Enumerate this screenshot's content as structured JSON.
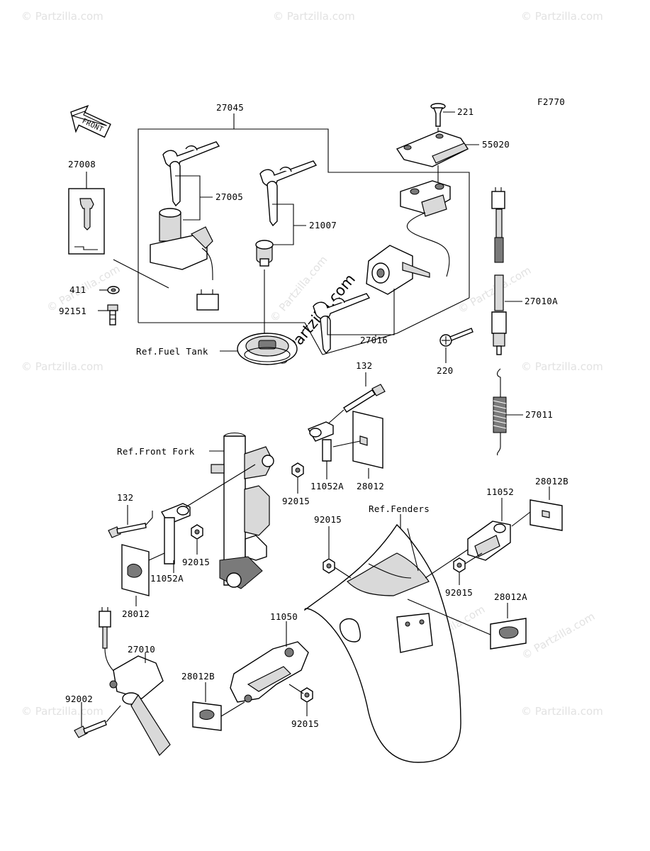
{
  "figure_code": "F2770",
  "watermark": "© Partzilla.com",
  "front_arrow_label": "FRONT",
  "refs": {
    "fuel_tank": "Ref.Fuel Tank",
    "front_fork": "Ref.Front Fork",
    "fenders": "Ref.Fenders"
  },
  "parts": {
    "p27045": "27045",
    "p221": "221",
    "p55020": "55020",
    "p27008": "27008",
    "p27005": "27005",
    "p21007": "21007",
    "p411": "411",
    "p92151": "92151",
    "p27016": "27016",
    "p27010A": "27010A",
    "p220": "220",
    "p132_top": "132",
    "p27011": "27011",
    "p92015_a": "92015",
    "p11052A_a": "11052A",
    "p28012_a": "28012",
    "p132_left": "132",
    "p92015_b": "92015",
    "p11052A_b": "11052A",
    "p28012_b": "28012",
    "p92015_c": "92015",
    "p11052": "11052",
    "p28012B_a": "28012B",
    "p92015_d": "92015",
    "p28012A": "28012A",
    "p27010": "27010",
    "p11050": "11050",
    "p28012B_b": "28012B",
    "p92002": "92002",
    "p92015_e": "92015"
  },
  "colors": {
    "line": "#000000",
    "watermark": "#e2e2e2",
    "part_fill": "#ffffff",
    "shade": "#d9d9d9"
  }
}
